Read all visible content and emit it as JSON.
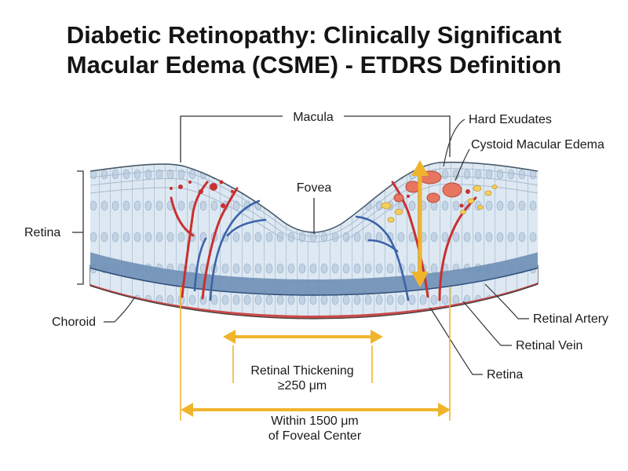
{
  "title": {
    "line1": "Diabetic Retinopathy: Clinically Significant",
    "line2": "Macular Edema (CSME) - ETDRS Definition"
  },
  "labels": {
    "macula": "Macula",
    "fovea": "Fovea",
    "hard_exudates": "Hard Exudates",
    "cystoid_macular_edema": "Cystoid Macular Edema",
    "retina_left": "Retina",
    "choroid": "Choroid",
    "retinal_artery": "Retinal Artery",
    "retinal_vein": "Retinal Vein",
    "retina_right": "Retina"
  },
  "measurements": {
    "thickening_line1": "Retinal Thickening",
    "thickening_line2": "≥250 μm",
    "distance_line1": "Within 1500 μm",
    "distance_line2": "of Foveal Center"
  },
  "colors": {
    "measure_orange": "#f0b42c",
    "artery_red": "#c8302f",
    "vein_blue": "#3b63a8",
    "choroid_red": "#c94a4a",
    "retina_blue": "#dbe6f0",
    "rpe_blue": "#6f8fb6",
    "exudate_yellow": "#f3cf5b",
    "edema_red": "#e6765f"
  }
}
